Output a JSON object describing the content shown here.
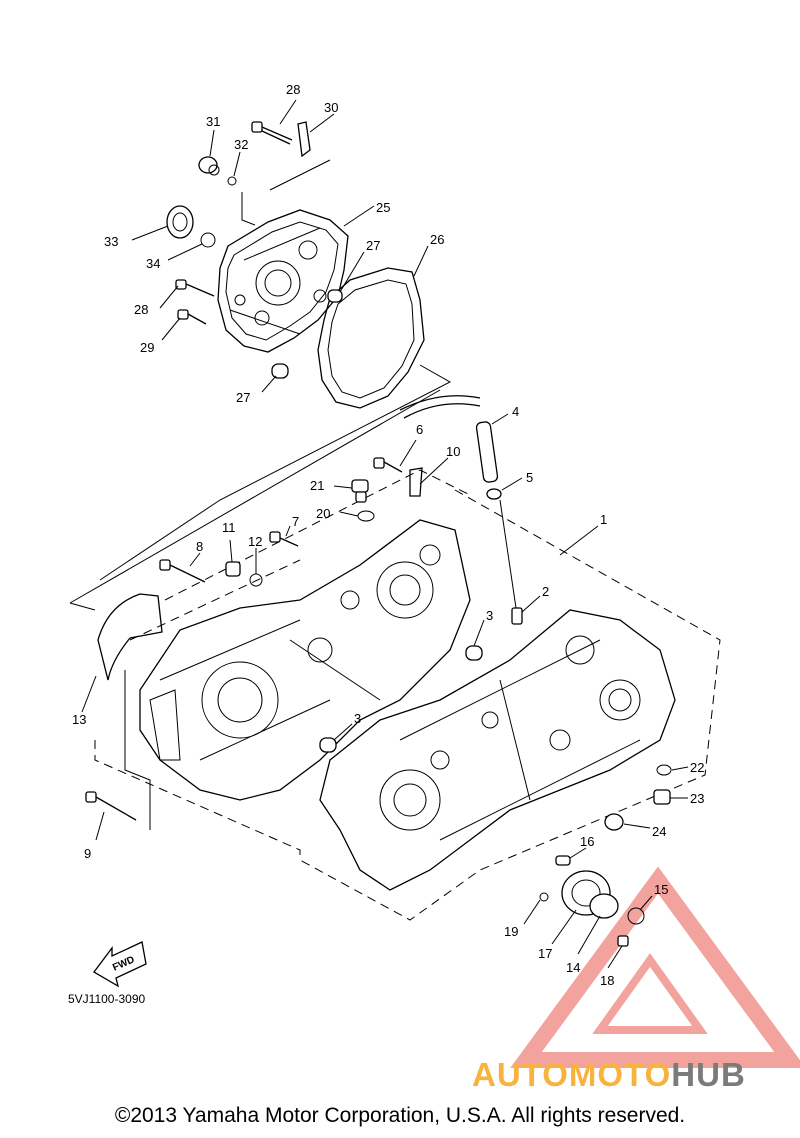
{
  "diagram": {
    "callouts": [
      {
        "id": "c1",
        "label": "1"
      },
      {
        "id": "c2",
        "label": "2"
      },
      {
        "id": "c3a",
        "label": "3"
      },
      {
        "id": "c3b",
        "label": "3"
      },
      {
        "id": "c4",
        "label": "4"
      },
      {
        "id": "c5",
        "label": "5"
      },
      {
        "id": "c6",
        "label": "6"
      },
      {
        "id": "c7",
        "label": "7"
      },
      {
        "id": "c8",
        "label": "8"
      },
      {
        "id": "c9",
        "label": "9"
      },
      {
        "id": "c10",
        "label": "10"
      },
      {
        "id": "c11",
        "label": "11"
      },
      {
        "id": "c12",
        "label": "12"
      },
      {
        "id": "c13",
        "label": "13"
      },
      {
        "id": "c14",
        "label": "14"
      },
      {
        "id": "c15",
        "label": "15"
      },
      {
        "id": "c16",
        "label": "16"
      },
      {
        "id": "c17",
        "label": "17"
      },
      {
        "id": "c18",
        "label": "18"
      },
      {
        "id": "c19",
        "label": "19"
      },
      {
        "id": "c20",
        "label": "20"
      },
      {
        "id": "c21",
        "label": "21"
      },
      {
        "id": "c22",
        "label": "22"
      },
      {
        "id": "c23",
        "label": "23"
      },
      {
        "id": "c24",
        "label": "24"
      },
      {
        "id": "c25",
        "label": "25"
      },
      {
        "id": "c26",
        "label": "26"
      },
      {
        "id": "c27a",
        "label": "27"
      },
      {
        "id": "c27b",
        "label": "27"
      },
      {
        "id": "c28a",
        "label": "28"
      },
      {
        "id": "c28b",
        "label": "28"
      },
      {
        "id": "c29",
        "label": "29"
      },
      {
        "id": "c30",
        "label": "30"
      },
      {
        "id": "c31",
        "label": "31"
      },
      {
        "id": "c32",
        "label": "32"
      },
      {
        "id": "c33",
        "label": "33"
      },
      {
        "id": "c34",
        "label": "34"
      }
    ],
    "fwd_label": "FWD",
    "diagram_code": "5VJ1100-3090"
  },
  "footer": {
    "copyright": "©2013 Yamaha Motor Corporation, U.S.A. All rights reserved."
  },
  "watermark": {
    "brand_accent": "AUTOMOTO",
    "brand_suffix": "HUB",
    "color_accent": "#f7b33d",
    "color_suffix": "#7b7b7b",
    "triangle_color": "#e9584f"
  }
}
